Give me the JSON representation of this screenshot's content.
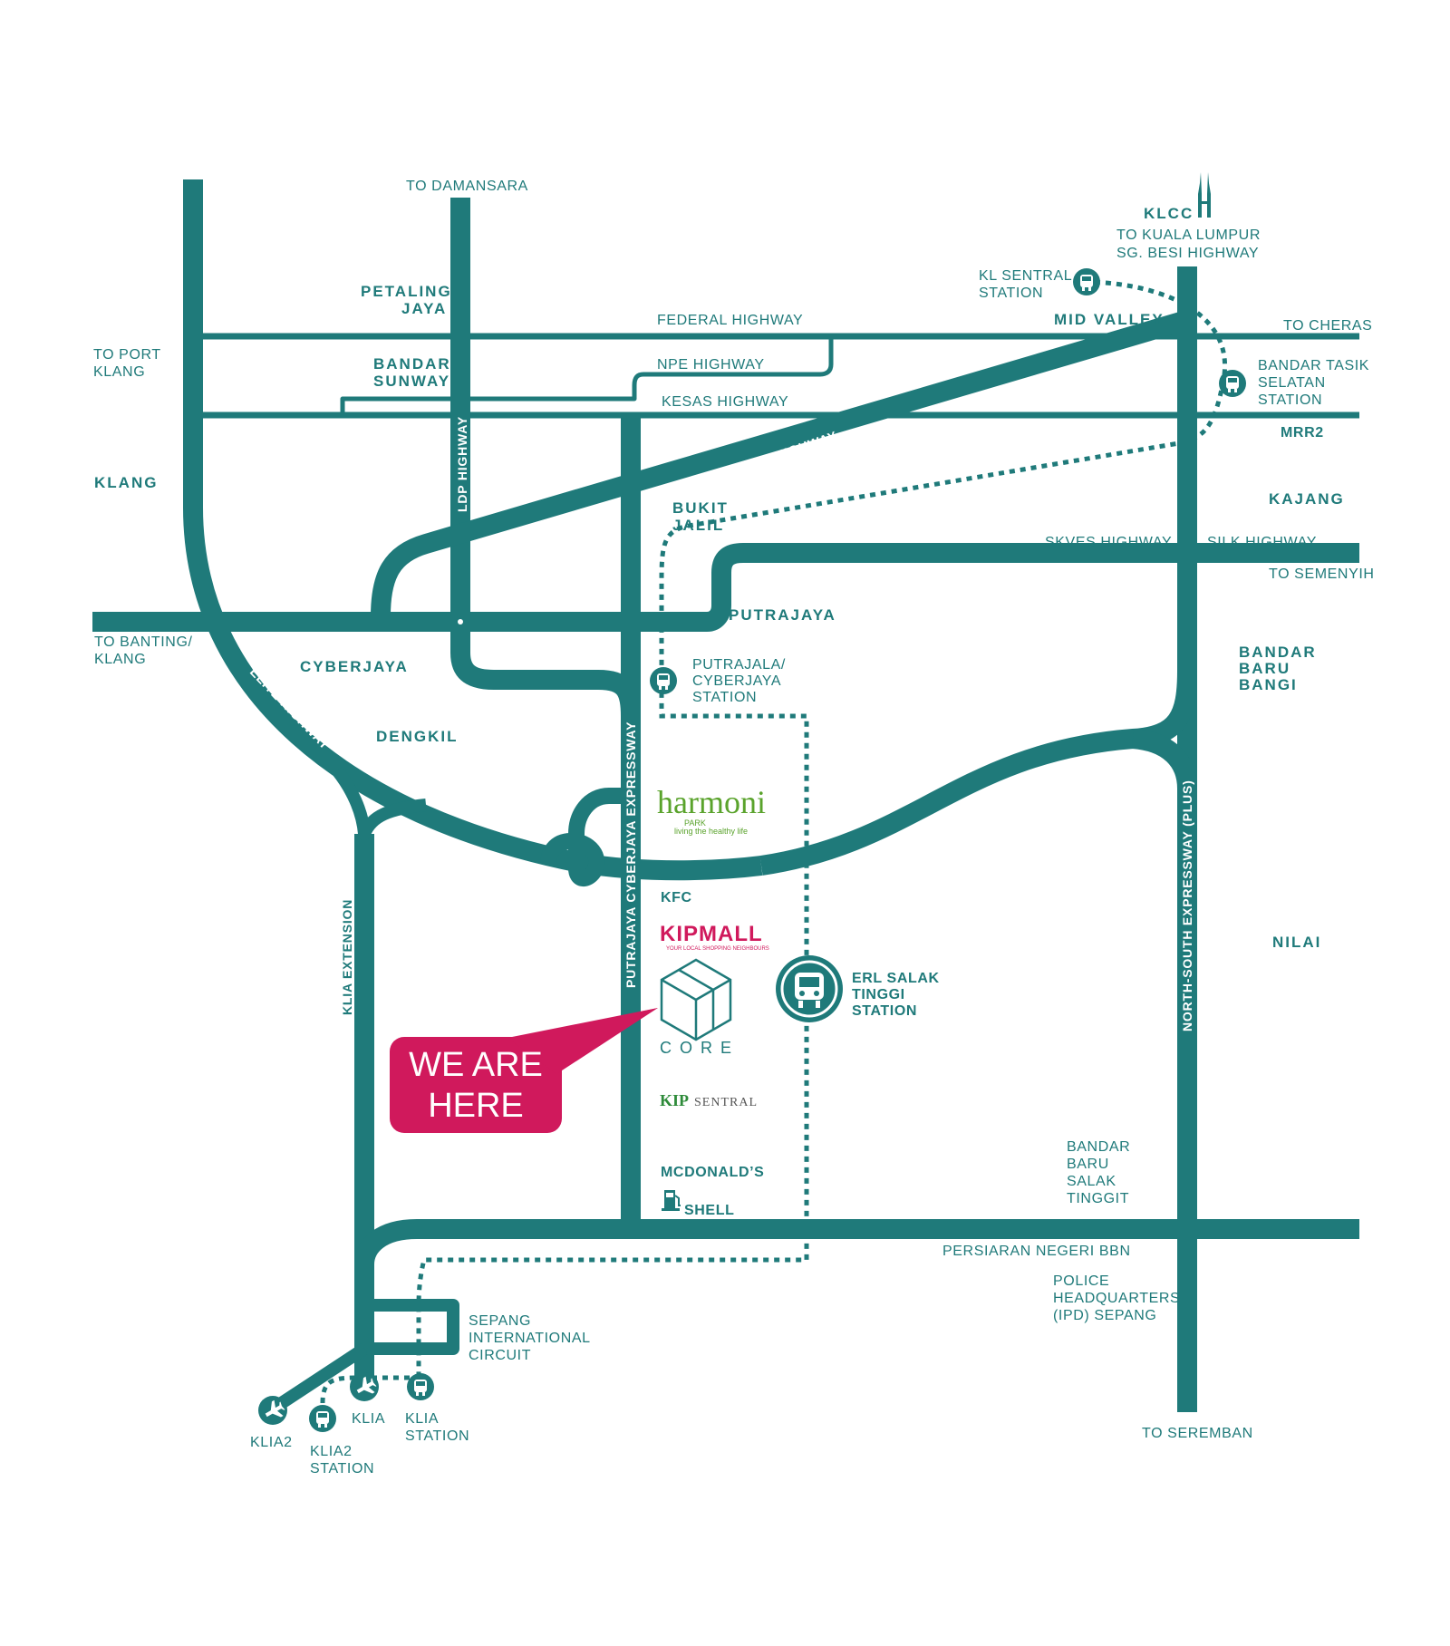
{
  "colors": {
    "road": "#1f7a7a",
    "highlight": "#d0195c",
    "harmoni_green": "#5aa32c",
    "kip_green": "#2e8b3a",
    "background": "#ffffff"
  },
  "roads": {
    "federal": "FEDERAL HIGHWAY",
    "npe": "NPE HIGHWAY",
    "kesas": "KESAS HIGHWAY",
    "mex": "MEX HIGHWAY",
    "ldp": "LDP HIGHWAY",
    "elite": "ELITE HIGHWAY",
    "pce": "PUTRAJAYA CYBERJAYA EXPRESSWAY",
    "nse": "NORTH-SOUTH EXPRESSWAY (PLUS)",
    "klia_ext": "KLIA EXTENSION",
    "skves": "SKVES HIGHWAY",
    "silk": "SILK HIGHWAY",
    "persiaran": "PERSIARAN NEGERI BBN",
    "mrr2": "MRR2"
  },
  "places": {
    "to_damansara": "TO DAMANSARA",
    "klcc": "KLCC",
    "to_kl_1": "TO KUALA LUMPUR",
    "to_kl_2": "SG. BESI HIGHWAY",
    "pj_1": "PETALING",
    "pj_2": "JAYA",
    "to_port_klang_1": "TO PORT",
    "to_port_klang_2": "KLANG",
    "sunway_1": "BANDAR",
    "sunway_2": "SUNWAY",
    "mid_valley": "MID VALLEY",
    "to_cheras": "TO CHERAS",
    "klang": "KLANG",
    "bukit_jalil_1": "BUKIT",
    "bukit_jalil_2": "JALIL",
    "kajang": "KAJANG",
    "to_semenyih": "TO SEMENYIH",
    "putrajaya": "PUTRAJAYA",
    "to_banting_1": "TO BANTING/",
    "to_banting_2": "KLANG",
    "cyberjaya": "CYBERJAYA",
    "bangi_1": "BANDAR",
    "bangi_2": "BARU",
    "bangi_3": "BANGI",
    "dengkil": "DENGKIL",
    "kfc": "KFC",
    "nilai": "NILAI",
    "mcdonalds": "MCDONALD’S",
    "shell": "SHELL",
    "salak_1": "BANDAR",
    "salak_2": "BARU",
    "salak_3": "SALAK",
    "salak_4": "TINGGIT",
    "police_1": "POLICE",
    "police_2": "HEADQUARTERS",
    "police_3": "(IPD) SEPANG",
    "sepang_1": "SEPANG",
    "sepang_2": "INTERNATIONAL",
    "sepang_3": "CIRCUIT",
    "to_seremban": "TO SEREMBAN",
    "klia2": "KLIA2",
    "klia": "KLIA"
  },
  "stations": {
    "kl_sentral_1": "KL SENTRAL",
    "kl_sentral_2": "STATION",
    "tasik_1": "BANDAR TASIK",
    "tasik_2": "SELATAN",
    "tasik_3": "STATION",
    "putrajaya_1": "PUTRAJALA/",
    "putrajaya_2": "CYBERJAYA",
    "putrajaya_3": "STATION",
    "erl_1": "ERL SALAK",
    "erl_2": "TINGGI",
    "erl_3": "STATION",
    "klia2_1": "KLIA2",
    "klia2_2": "STATION",
    "klia_1": "KLIA",
    "klia_2": "STATION"
  },
  "callout": {
    "line1": "WE ARE",
    "line2": "HERE"
  },
  "logos": {
    "harmoni": "harmoni",
    "harmoni_park": "PARK",
    "harmoni_tag": "living the healthy life",
    "kipmall": "KIPMALL",
    "kipmall_tag": "YOUR LOCAL SHOPPING NEIGHBOURS",
    "core": "CORE",
    "kip": "KIP",
    "sentral": "SENTRAL"
  }
}
